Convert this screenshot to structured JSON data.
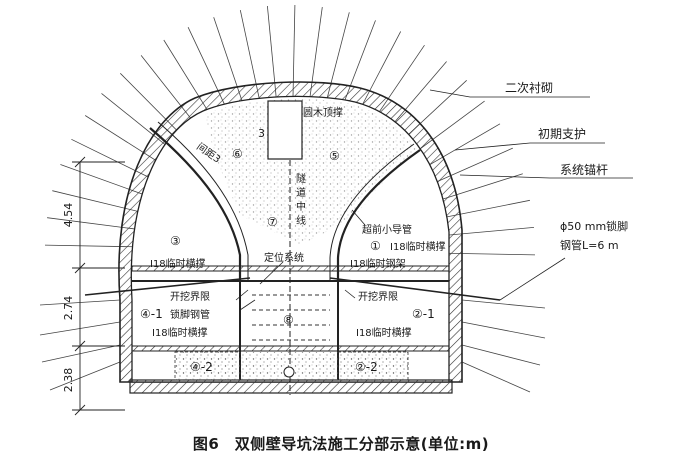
{
  "caption": "图6　双侧壁导坑法施工分部示意(单位:m)",
  "callouts": {
    "second_lining": "二次衬砌",
    "primary_support": "初期支护",
    "system_anchor": "系统锚杆",
    "lock_foot_pipe_1": "ϕ50 mm锁脚",
    "lock_foot_pipe_2": "钢管L=6 m",
    "advance_pipe": "超前小导管",
    "i18_strut_right": "I18临时横撑",
    "i18_frame": "I18临时钢架",
    "i18_strut_left_upper": "I18临时横撑",
    "positioning_system": "定位系统",
    "excavation_boundary_left": "开挖界限",
    "excavation_boundary_right": "开挖界限",
    "lock_foot_pipe_left": "锁脚钢管",
    "i18_strut_left_lower": "I18临时横撑",
    "i18_strut_right_lower": "I18临时横撑",
    "timber_prop": "圆木顶撑",
    "spacing": "间距3",
    "centerline": "隧道中线",
    "dim_top": "3"
  },
  "sections": {
    "s1": "①",
    "s3": "③",
    "s5": "⑤",
    "s6": "⑥",
    "s7": "⑦",
    "s8": "⑧",
    "s4_1": "④-1",
    "s2_1": "②-1",
    "s4_2": "④-2",
    "s2_2": "②-2"
  },
  "dimensions": [
    "4.54",
    "2.74",
    "2.38"
  ]
}
